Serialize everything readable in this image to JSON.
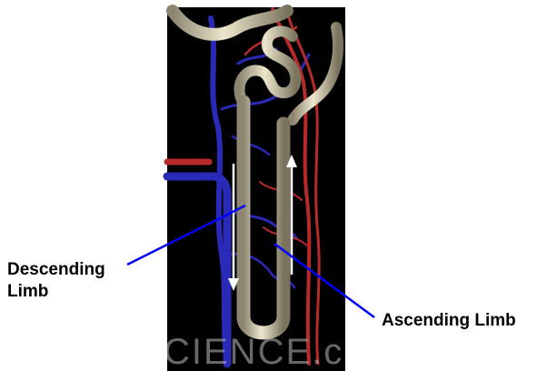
{
  "labels": {
    "descending_line1": "Descending",
    "descending_line2": "Limb",
    "ascending": "Ascending Limb"
  },
  "watermark_text": "CIENCE.c",
  "colors": {
    "background_panel": "#000000",
    "tubule": "#d9d3b8",
    "vein": "#2a2ab8",
    "artery": "#b82a2a",
    "pointer_line": "#0000ff",
    "flow_arrow": "#ffffff",
    "label_text": "#000000"
  },
  "icons": {
    "descending_flow": "arrow-down",
    "ascending_flow": "arrow-up"
  }
}
